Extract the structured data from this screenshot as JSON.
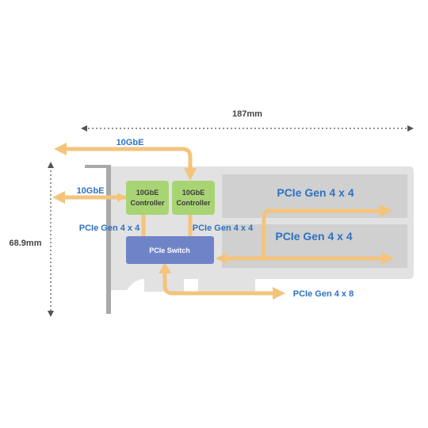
{
  "dimensions": {
    "width_label": "187mm",
    "height_label": "68.9mm"
  },
  "controllers": [
    {
      "line1": "10GbE",
      "line2": "Controller"
    },
    {
      "line1": "10GbE",
      "line2": "Controller"
    }
  ],
  "switch": {
    "label": "PCIe Switch"
  },
  "labels": {
    "ethernet_top": "10GbE",
    "ethernet_left": "10GbE",
    "pcie_left": "PCIe Gen 4 x 4",
    "pcie_mid": "PCIe Gen 4 x 4",
    "pcie_slot_top": "PCIe Gen 4 x 4",
    "pcie_slot_bottom": "PCIe Gen 4 x 4",
    "pcie_host": "PCIe Gen 4 x 8"
  },
  "colors": {
    "arrow": "#f4c47c",
    "label_blue": "#2d72c4",
    "controller_fill": "#a8d474",
    "switch_fill": "#6f84c8",
    "board_fill": "#e2e2e2",
    "slot_fill": "#d0d0d0",
    "bracket_fill": "#a9a9a9"
  }
}
